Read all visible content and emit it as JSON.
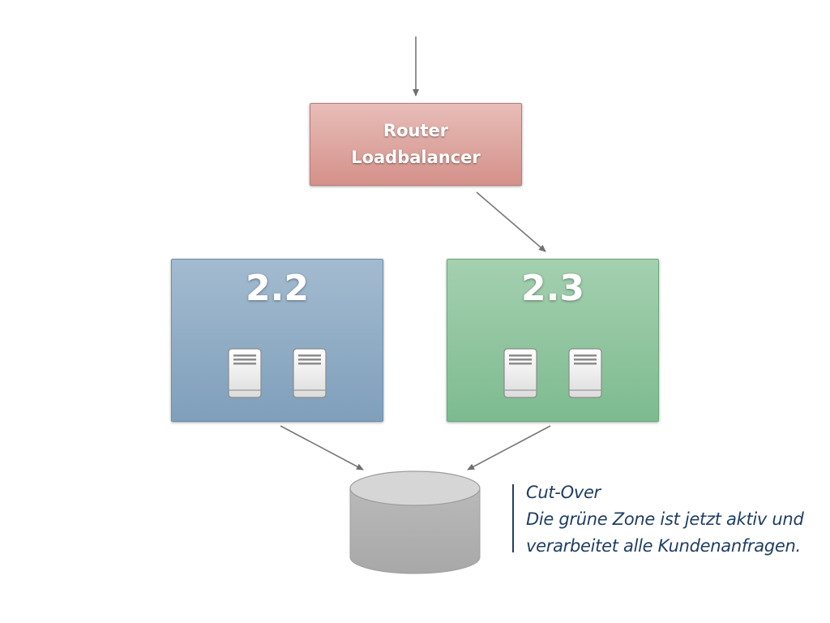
{
  "router": {
    "line1": "Router",
    "line2": "Loadbalancer"
  },
  "zones": [
    {
      "label": "2.2",
      "color": "#8fadc6"
    },
    {
      "label": "2.3",
      "color": "#90c5a0"
    }
  ],
  "note": {
    "title": "Cut-Over",
    "line1": "Die grüne Zone ist jetzt aktiv und",
    "line2": "verarbeitet alle Kundenanfragen."
  },
  "colors": {
    "arrow": "#777777",
    "router": "#dba59f",
    "database": "#b1b1b1",
    "note_text": "#1f3e64"
  },
  "icons": [
    "server-icon",
    "database-icon"
  ]
}
